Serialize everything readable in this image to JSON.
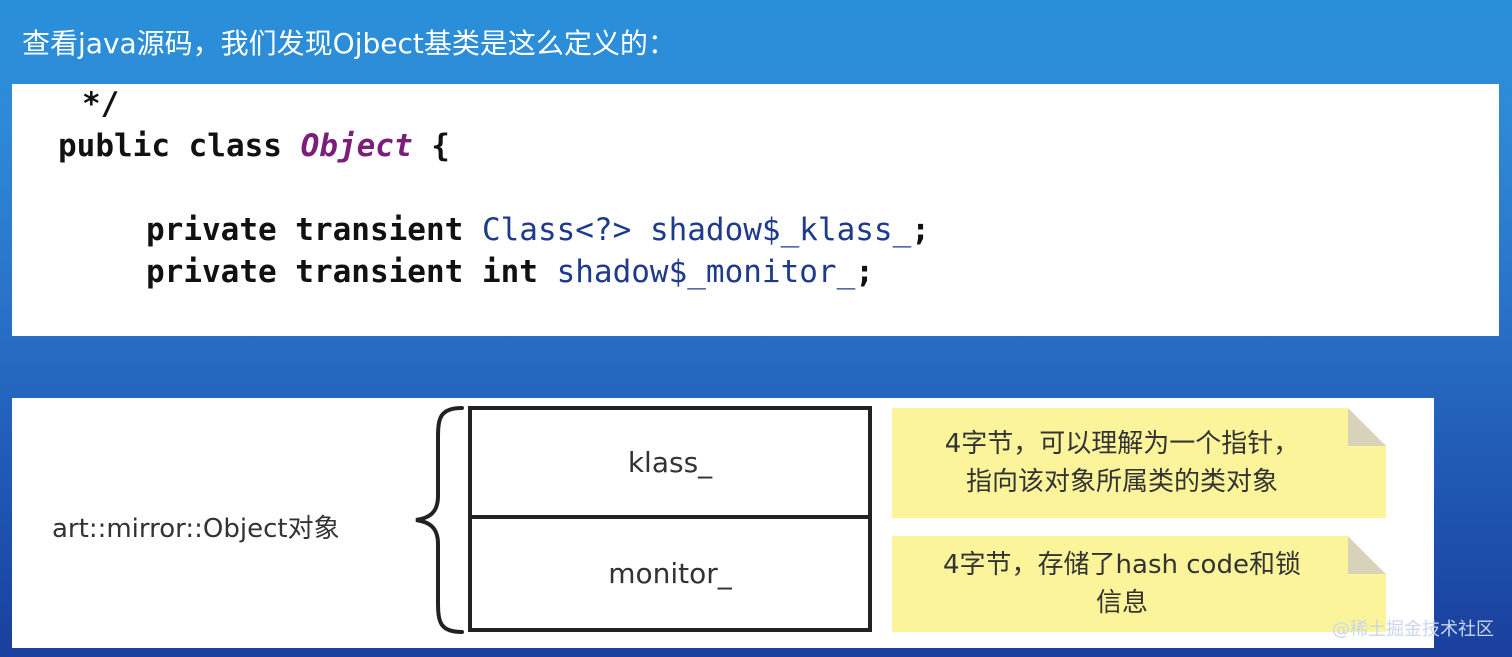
{
  "slide": {
    "title": "查看java源码，我们发现Ojbect基类是这么定义的："
  },
  "code": {
    "comment_end": "*/",
    "line_class": {
      "prefix": "public class ",
      "class_name": "Object",
      "suffix": " {"
    },
    "line_klass": {
      "modifiers": "private transient ",
      "type": "Class<?>",
      "space": " ",
      "name": "shadow$_klass_",
      "semicolon": ";"
    },
    "line_monitor": {
      "modifiers": "private transient int ",
      "name": "shadow$_monitor_",
      "semicolon": ";"
    }
  },
  "diagram": {
    "object_label": "art::mirror::Object对象",
    "fields": [
      {
        "name": "klass_"
      },
      {
        "name": "monitor_"
      }
    ],
    "notes": [
      {
        "line1": "4字节，可以理解为一个指针，",
        "line2": "指向该对象所属类的类对象"
      },
      {
        "line1": "4字节，存储了hash code和锁",
        "line2": "信息"
      }
    ]
  },
  "watermark": "@稀土掘金技术社区"
}
